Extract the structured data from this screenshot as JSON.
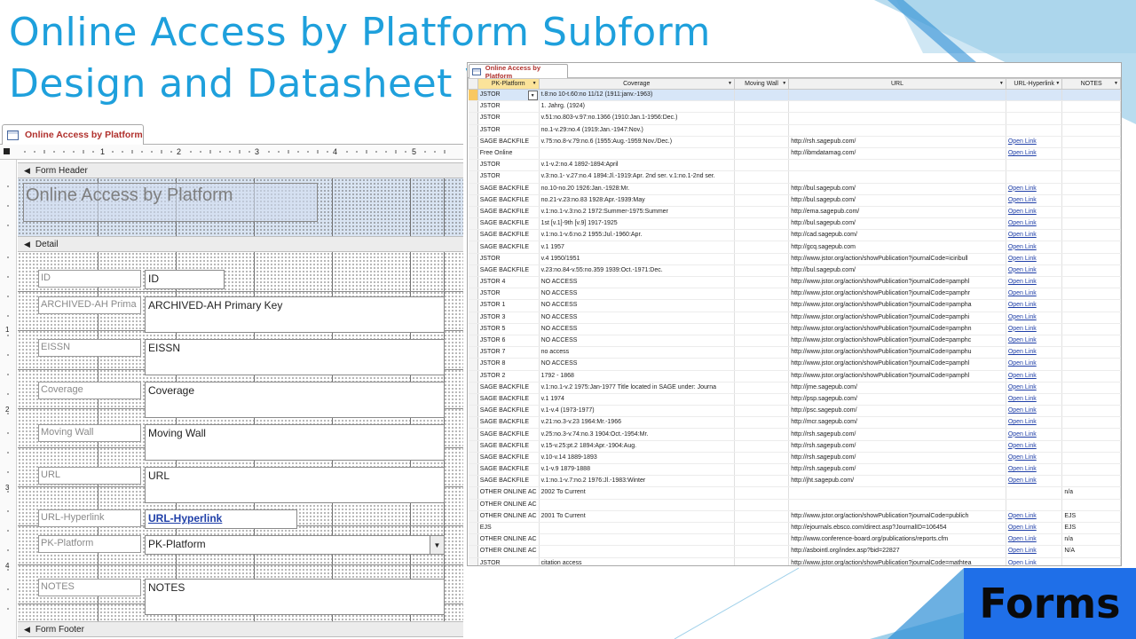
{
  "slide": {
    "title": "Online Access by Platform Subform Design and Datasheet Views",
    "forms_label": "Forms"
  },
  "colors": {
    "title": "#1ea0dc",
    "accent": "#2e8fd6",
    "forms_bg": "#1f6fe8",
    "tab_text": "#b0302c"
  },
  "design_view": {
    "tab_label": "Online Access by Platform",
    "ruler_numbers": [
      "1",
      "2",
      "3",
      "4",
      "5"
    ],
    "vruler_numbers": [
      "1",
      "2",
      "3",
      "4"
    ],
    "form_header_label": "Form Header",
    "detail_label": "Detail",
    "form_footer_label": "Form Footer",
    "form_title": "Online Access by Platform",
    "fields": [
      {
        "label": "ID",
        "control": "ID"
      },
      {
        "label": "ARCHIVED-AH Prima",
        "control": "ARCHIVED-AH Primary Key"
      },
      {
        "label": "EISSN",
        "control": "EISSN"
      },
      {
        "label": "Coverage",
        "control": "Coverage"
      },
      {
        "label": "Moving Wall",
        "control": "Moving Wall"
      },
      {
        "label": "URL",
        "control": "URL"
      },
      {
        "label": "URL-Hyperlink",
        "control": "URL-Hyperlink"
      },
      {
        "label": "PK-Platform",
        "control": "PK-Platform"
      },
      {
        "label": "NOTES",
        "control": "NOTES"
      }
    ]
  },
  "datasheet": {
    "tab_label": "Online Access by Platform",
    "columns": [
      "PK-Platform",
      "Coverage",
      "Moving Wall",
      "URL",
      "URL-Hyperlink",
      "NOTES"
    ],
    "rows": [
      [
        "JSTOR",
        "t.8:no 10-t.60:no 11/12 (1911:janv.-1963)",
        "",
        "",
        "",
        ""
      ],
      [
        "JSTOR",
        "1. Jahrg. (1924)",
        "",
        "",
        "",
        ""
      ],
      [
        "JSTOR",
        "v.51:no.803-v.97:no.1366 (1910:Jan.1-1956:Dec.)",
        "",
        "",
        "",
        ""
      ],
      [
        "JSTOR",
        "no.1-v.29:no.4 (1919:Jan.-1947:Nov.)",
        "",
        "",
        "",
        ""
      ],
      [
        "SAGE BACKFILE",
        "v.75:no.8-v.79:no.6 (1955:Aug.-1959:Nov./Dec.)",
        "",
        "http://rsh.sagepub.com/",
        "Open Link",
        ""
      ],
      [
        "Free Online",
        "",
        "",
        "http://ibmdatamag.com/",
        "Open Link",
        ""
      ],
      [
        "JSTOR",
        "v.1-v.2:no.4 1892-1894:April",
        "",
        "",
        "",
        ""
      ],
      [
        "JSTOR",
        "v.3:no.1- v.27:no.4 1894:Jl.-1919:Apr. 2nd ser. v.1:no.1-2nd ser.",
        "",
        "",
        "",
        ""
      ],
      [
        "SAGE BACKFILE",
        "no.10-no.20 1926:Jan.-1928:Mr.",
        "",
        "http://bul.sagepub.com/",
        "Open Link",
        ""
      ],
      [
        "SAGE BACKFILE",
        "no.21-v.23:no.83 1928:Apr.-1939:May",
        "",
        "http://bul.sagepub.com/",
        "Open Link",
        ""
      ],
      [
        "SAGE BACKFILE",
        "v.1:no.1-v.3:no.2 1972:Summer-1975:Summer",
        "",
        "http://ema.sagepub.com/",
        "Open Link",
        ""
      ],
      [
        "SAGE BACKFILE",
        "1st [v.1]-9th [v.9] 1917-1925",
        "",
        "http://bul.sagepub.com/",
        "Open Link",
        ""
      ],
      [
        "SAGE BACKFILE",
        "v.1:no.1-v.6:no.2 1955:Jul.-1960:Apr.",
        "",
        "http://cad.sagepub.com/",
        "Open Link",
        ""
      ],
      [
        "SAGE BACKFILE",
        "v.1 1957",
        "",
        "http://gcq.sagepub.com",
        "Open Link",
        ""
      ],
      [
        "JSTOR",
        "v.4 1950/1951",
        "",
        "http://www.jstor.org/action/showPublication?journalCode=iciribull",
        "Open Link",
        ""
      ],
      [
        "SAGE BACKFILE",
        "v.23:no.84-v.55:no.359 1939:Oct.-1971:Dec.",
        "",
        "http://bul.sagepub.com/",
        "Open Link",
        ""
      ],
      [
        "JSTOR 4",
        "NO ACCESS",
        "",
        "http://www.jstor.org/action/showPublication?journalCode=pamphl",
        "Open Link",
        ""
      ],
      [
        "JSTOR",
        "NO ACCESS",
        "",
        "http://www.jstor.org/action/showPublication?journalCode=pamphr",
        "Open Link",
        ""
      ],
      [
        "JSTOR 1",
        "NO ACCESS",
        "",
        "http://www.jstor.org/action/showPublication?journalCode=pampha",
        "Open Link",
        ""
      ],
      [
        "JSTOR 3",
        "NO ACCESS",
        "",
        "http://www.jstor.org/action/showPublication?journalCode=pamphi",
        "Open Link",
        ""
      ],
      [
        "JSTOR 5",
        "NO ACCESS",
        "",
        "http://www.jstor.org/action/showPublication?journalCode=pamphn",
        "Open Link",
        ""
      ],
      [
        "JSTOR 6",
        "NO ACCESS",
        "",
        "http://www.jstor.org/action/showPublication?journalCode=pamphc",
        "Open Link",
        ""
      ],
      [
        "JSTOR 7",
        "no access",
        "",
        "http://www.jstor.org/action/showPublication?journalCode=pamphu",
        "Open Link",
        ""
      ],
      [
        "JSTOR 8",
        "NO ACCESS",
        "",
        "http://www.jstor.org/action/showPublication?journalCode=pamphl",
        "Open Link",
        ""
      ],
      [
        "JSTOR 2",
        "1792 - 1868",
        "",
        "http://www.jstor.org/action/showPublication?journalCode=pamphl",
        "Open Link",
        ""
      ],
      [
        "SAGE BACKFILE",
        "v.1:no.1-v.2 1975:Jan-1977  Title located in SAGE under: Journa",
        "",
        "http://jme.sagepub.com/",
        "Open Link",
        ""
      ],
      [
        "SAGE BACKFILE",
        "v.1 1974",
        "",
        "http://psp.sagepub.com/",
        "Open Link",
        ""
      ],
      [
        "SAGE BACKFILE",
        "v.1-v.4 (1973-1977)",
        "",
        "http://psc.sagepub.com/",
        "Open Link",
        ""
      ],
      [
        "SAGE BACKFILE",
        "v.21:no.3-v.23 1964:Mr.-1966",
        "",
        "http://mcr.sagepub.com/",
        "Open Link",
        ""
      ],
      [
        "SAGE BACKFILE",
        "v.25:no.3-v.74:no.3 1904:Oct.-1954:Mr.",
        "",
        "http://rsh.sagepub.com/",
        "Open Link",
        ""
      ],
      [
        "SAGE BACKFILE",
        "v.15-v.25:pt.2 1894:Apr.-1904:Aug.",
        "",
        "http://rsh.sagepub.com/",
        "Open Link",
        ""
      ],
      [
        "SAGE BACKFILE",
        "v.10-v.14 1889-1893",
        "",
        "http://rsh.sagepub.com/",
        "Open Link",
        ""
      ],
      [
        "SAGE BACKFILE",
        "v.1-v.9 1879-1888",
        "",
        "http://rsh.sagepub.com/",
        "Open Link",
        ""
      ],
      [
        "SAGE BACKFILE",
        "v.1:no.1-v.7:no.2 1976:Jl.-1983:Winter",
        "",
        "http://jht.sagepub.com/",
        "Open Link",
        ""
      ],
      [
        "OTHER ONLINE AC",
        "2002 To Current",
        "",
        "",
        "",
        "n/a"
      ],
      [
        "OTHER ONLINE AC",
        "",
        "",
        "",
        "",
        ""
      ],
      [
        "OTHER ONLINE AC",
        "2001 To Current",
        "",
        "http://www.jstor.org/action/showPublication?journalCode=publich",
        "Open Link",
        "EJS"
      ],
      [
        "EJS",
        "",
        "",
        "http://ejournals.ebsco.com/direct.asp?JournalID=106454",
        "Open Link",
        "EJS"
      ],
      [
        "OTHER ONLINE AC",
        "",
        "",
        "http://www.conference-board.org/publications/reports.cfm",
        "Open Link",
        "n/a"
      ],
      [
        "OTHER ONLINE AC",
        "",
        "",
        "http://asbointl.org/index.asp?bid=22827",
        "Open Link",
        "N/A"
      ],
      [
        "JSTOR",
        "citation access",
        "",
        "http://www.jstor.org/action/showPublication?journalCode=mathtea",
        "Open Link",
        ""
      ]
    ]
  }
}
